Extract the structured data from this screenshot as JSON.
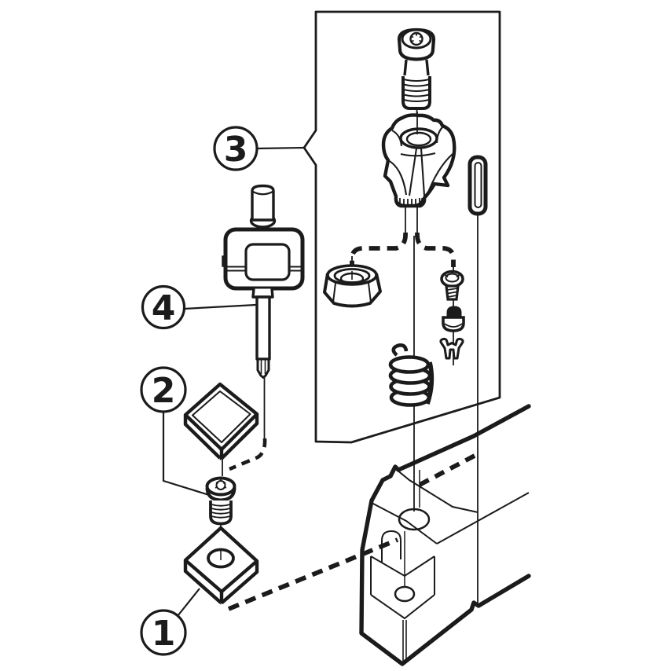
{
  "diagram": {
    "type": "exploded-assembly-technical-drawing",
    "background_color": "#ffffff",
    "line_color": "#1b1b1b",
    "callouts": [
      {
        "label": "1",
        "part": "cutting-insert"
      },
      {
        "label": "2",
        "part": "shim-screw"
      },
      {
        "label": "3",
        "part": "clamping-unit-group"
      },
      {
        "label": "4",
        "part": "torque-key"
      }
    ],
    "clamping_unit_parts": [
      "socket-head-screw",
      "clamp",
      "lock-nut",
      "adjustment-screw",
      "plunger",
      "fork-clip",
      "spring",
      "dowel-pin"
    ],
    "other_parts": [
      "shim-plate",
      "tool-holder-body"
    ]
  }
}
